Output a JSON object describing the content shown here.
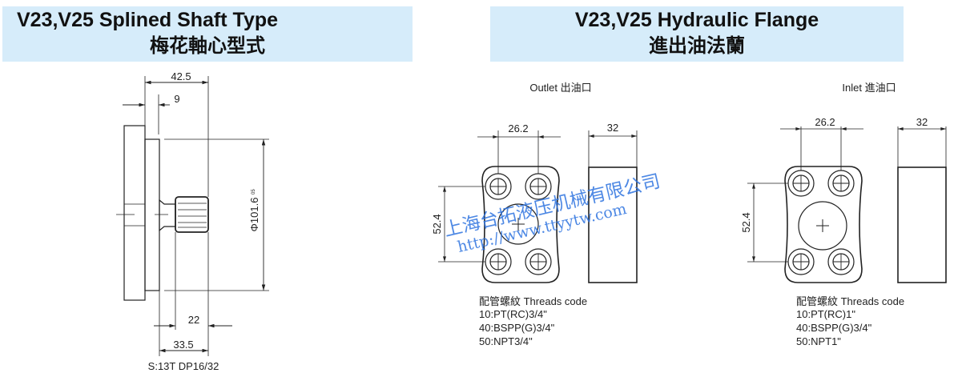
{
  "left_header": {
    "title_en": "V23,V25 Splined Shaft Type",
    "title_zh": "梅花軸心型式"
  },
  "right_header": {
    "title_en": "V23,V25 Hydraulic Flange",
    "title_zh": "進出油法蘭"
  },
  "shaft": {
    "dim_overall": "42.5",
    "dim_step": "9",
    "dim_pilot": "Φ101.6",
    "dim_pilot_tol": "05",
    "dim_spline": "22",
    "dim_shaft": "33.5",
    "spline_spec": "S:13T DP16/32"
  },
  "outlet": {
    "title": "Outlet 出油口",
    "dim_width": "26.2",
    "dim_thickness": "32",
    "dim_height": "52.4",
    "threads_title": "配管螺紋 Threads code",
    "threads": [
      "10:PT(RC)3/4\"",
      "40:BSPP(G)3/4\"",
      "50:NPT3/4\""
    ]
  },
  "inlet": {
    "title": "Inlet 進油口",
    "dim_width": "26.2",
    "dim_thickness": "32",
    "dim_height": "52.4",
    "threads_title": "配管螺紋 Threads code",
    "threads": [
      "10:PT(RC)1\"",
      "40:BSPP(G)3/4\"",
      "50:NPT1\""
    ]
  },
  "watermark": {
    "company": "上海台拓液压机械有限公司",
    "url": "http://www.ttyytw.com"
  },
  "colors": {
    "header_bg": "#d6ecfa",
    "watermark": "#2f74e0",
    "line": "#222222"
  }
}
